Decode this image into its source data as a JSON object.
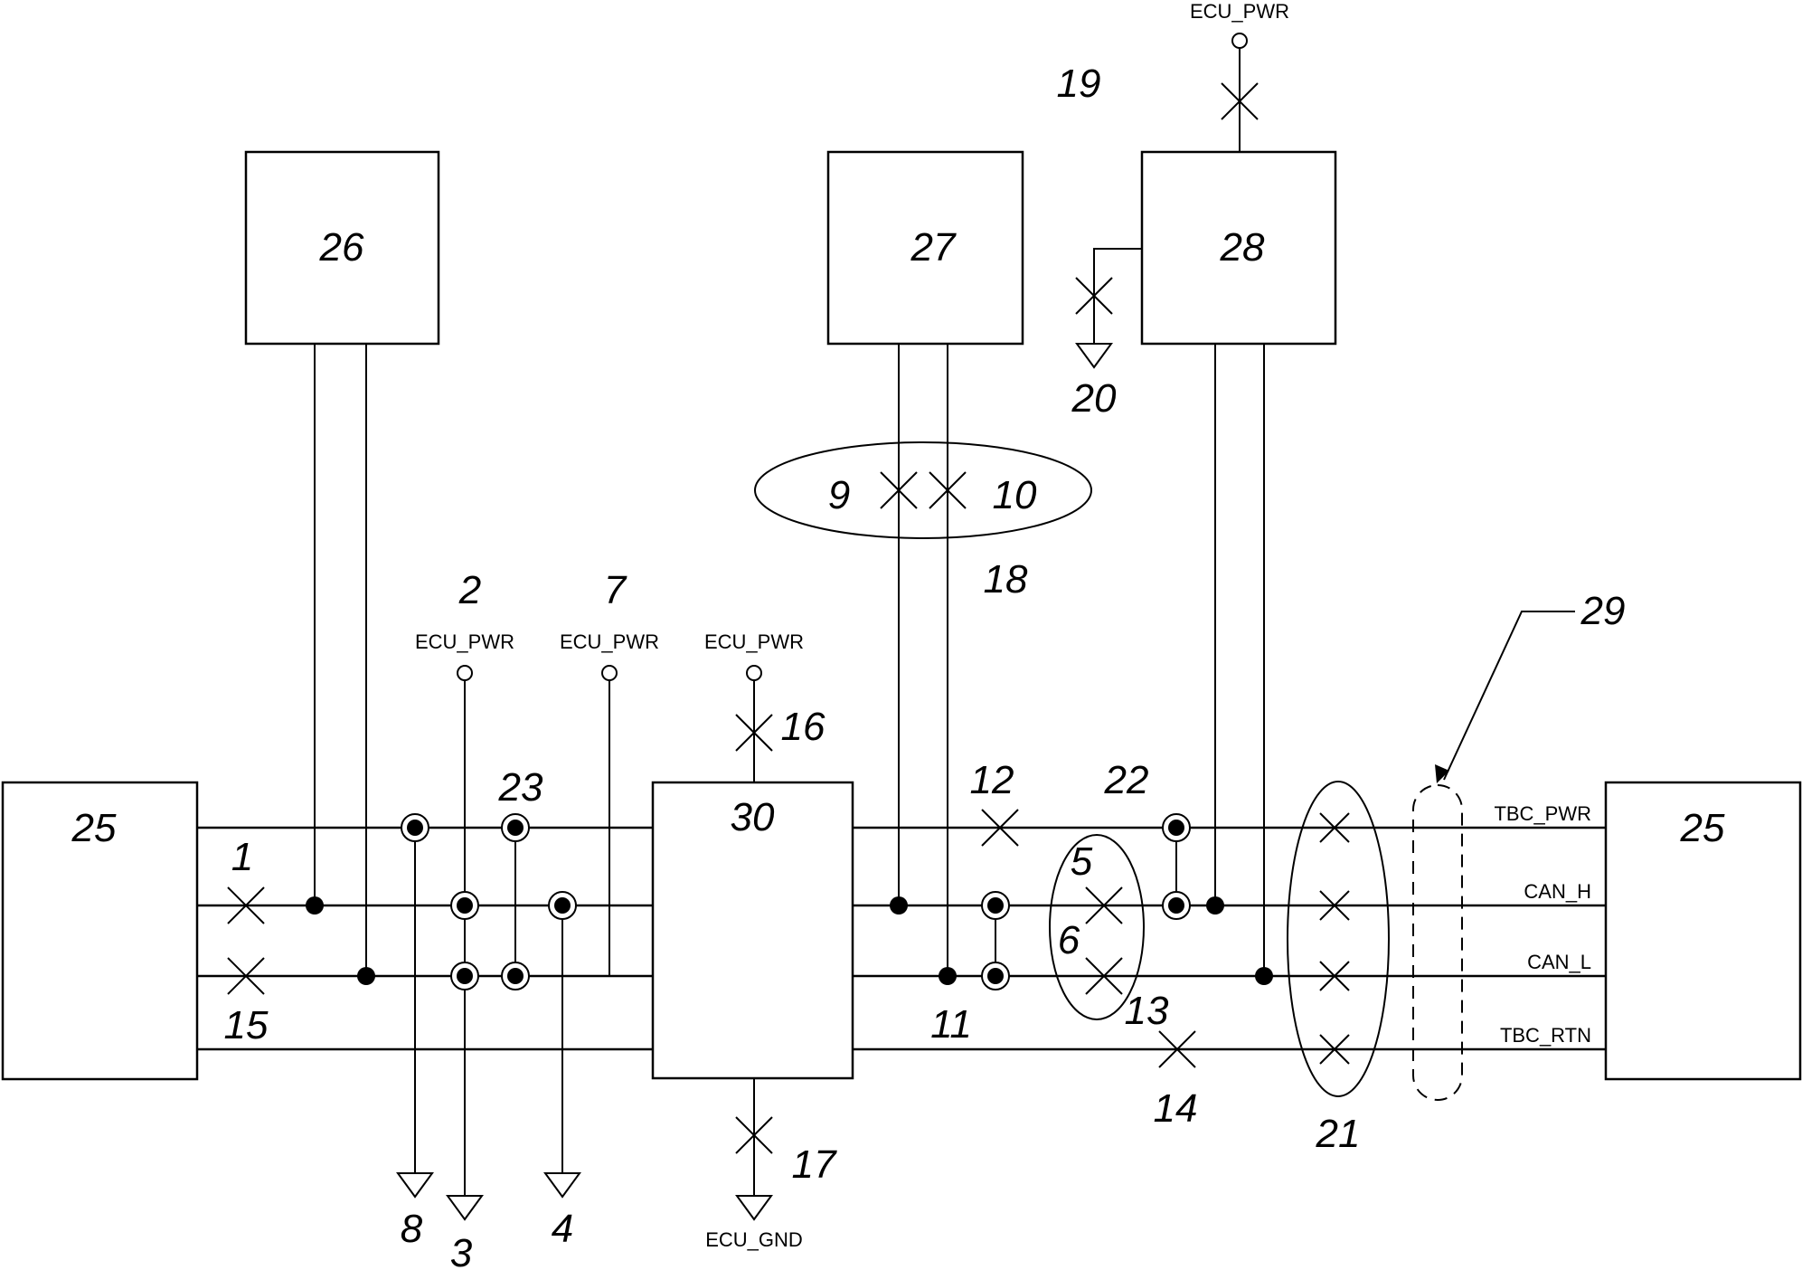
{
  "diagram": {
    "title": "",
    "blocks": {
      "left_controller": "25",
      "right_controller": "25",
      "block_26": "26",
      "block_27": "27",
      "block_28": "28",
      "block_30": "30"
    },
    "bus_lines": [
      "TBC_PWR",
      "CAN_H",
      "CAN_L",
      "TBC_RTN"
    ],
    "net_labels": {
      "ecu_pwr": "ECU_PWR",
      "ecu_gnd": "ECU_GND"
    },
    "reference_numerals": {
      "n1": "1",
      "n2": "2",
      "n3": "3",
      "n4": "4",
      "n5": "5",
      "n6": "6",
      "n7": "7",
      "n8": "8",
      "n9": "9",
      "n10": "10",
      "n11": "11",
      "n12": "12",
      "n13": "13",
      "n14": "14",
      "n15": "15",
      "n16": "16",
      "n17": "17",
      "n18": "18",
      "n19": "19",
      "n20": "20",
      "n21": "21",
      "n22": "22",
      "n23": "23",
      "n29": "29"
    }
  }
}
